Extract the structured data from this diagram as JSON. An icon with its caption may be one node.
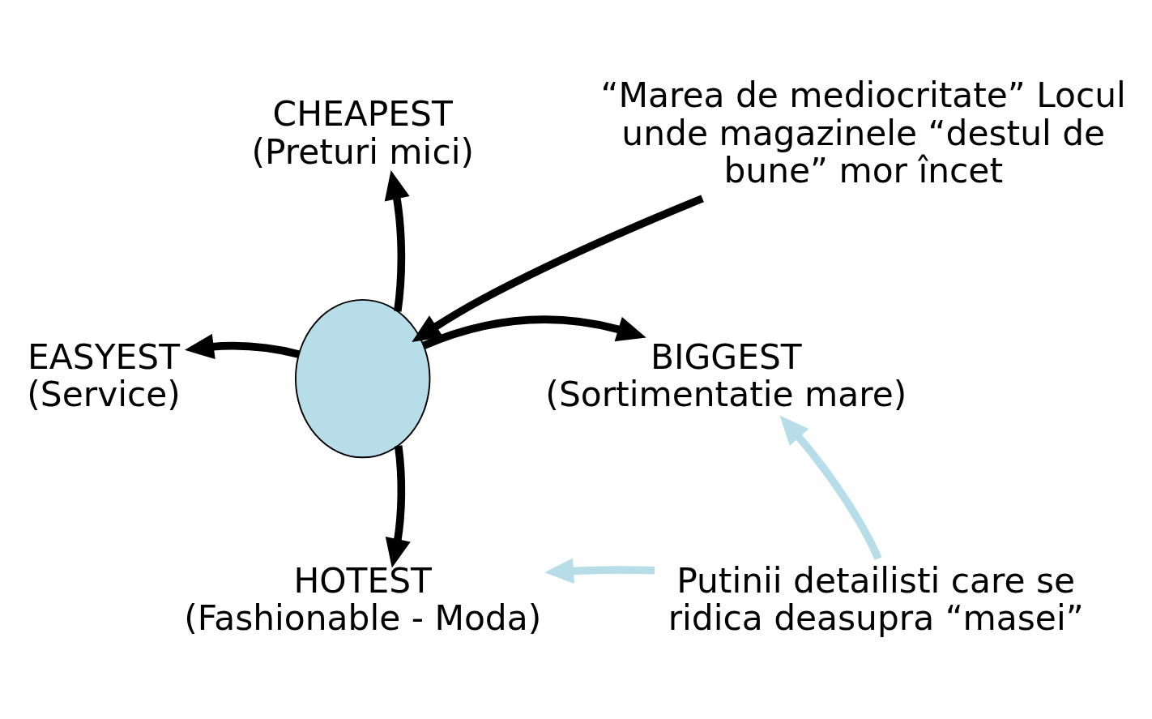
{
  "diagram": {
    "nodes": [
      {
        "text": [],
        "shape": "circle"
      },
      {
        "text": [
          "CHEAPEST",
          "(Preturi mici)"
        ]
      },
      {
        "text": [
          "EASYEST",
          "(Service)"
        ]
      },
      {
        "text": [
          "BIGGEST",
          "(Sortimentatie mare)"
        ]
      },
      {
        "text": [
          "HOTEST",
          "(Fashionable - Moda)"
        ]
      },
      {
        "text": [
          "“Marea de mediocritate” Locul unde magazinele “destul de bune” mor încet"
        ]
      },
      {
        "text": [
          "Putinii detailisti care se ridica deasupra “masei”"
        ]
      }
    ],
    "edges": [
      {
        "from": 0,
        "to": 1,
        "arrow": "to"
      },
      {
        "from": 0,
        "to": 2,
        "arrow": "to"
      },
      {
        "from": 0,
        "to": 3,
        "arrow": "to"
      },
      {
        "from": 0,
        "to": 4,
        "arrow": "to"
      },
      {
        "from": 5,
        "to": 0,
        "arrow": "to"
      },
      {
        "from": 6,
        "to": 3,
        "arrow": "to",
        "color": "#b7dde8"
      },
      {
        "from": 6,
        "to": 4,
        "arrow": "to",
        "color": "#b7dde8"
      }
    ]
  }
}
